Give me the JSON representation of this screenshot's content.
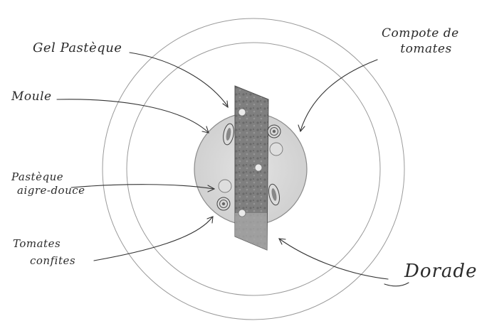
{
  "diagram": {
    "labels": {
      "gel_pasteque": "Gel Pastèque",
      "moule": "Moule",
      "pasteque_line1": "Pastèque",
      "pasteque_line2": "aigre-douce",
      "tomates_line1": "Tomates",
      "tomates_line2": "confites",
      "compote_line1": "Compote de",
      "compote_line2": "tomates",
      "dorade": "Dorade"
    }
  }
}
